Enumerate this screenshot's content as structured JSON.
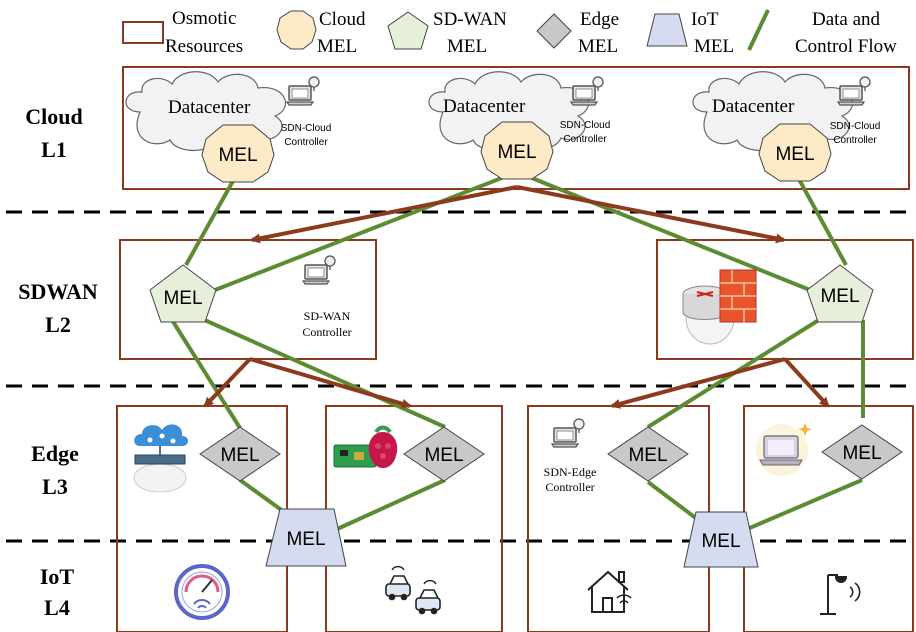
{
  "legend": {
    "osmotic_line1": "Osmotic",
    "osmotic_line2": "Resources",
    "cloud_line1": "Cloud",
    "cloud_line2": "MEL",
    "sdwan_line1": "SD-WAN",
    "sdwan_line2": "MEL",
    "edge_line1": "Edge",
    "edge_line2": "MEL",
    "iot_line1": "IoT",
    "iot_line2": "MEL",
    "flow_line1": "Data and",
    "flow_line2": "Control Flow"
  },
  "layers": {
    "cloud": {
      "name": "Cloud",
      "level": "L1"
    },
    "sdwan": {
      "name": "SDWAN",
      "level": "L2"
    },
    "edge": {
      "name": "Edge",
      "level": "L3"
    },
    "iot": {
      "name": "IoT",
      "level": "L4"
    }
  },
  "cloud": {
    "datacenter": "Datacenter",
    "controller_line1": "SDN-Cloud",
    "controller_line2": "Controller"
  },
  "sdwan": {
    "controller_line1": "SD-WAN",
    "controller_line2": "Controller"
  },
  "edge": {
    "controller_line1": "SDN-Edge",
    "controller_line2": "Controller"
  },
  "mel_label": "MEL",
  "colors": {
    "resource_border": "#8B3A1E",
    "cloud_mel": "#FDEBC8",
    "sdwan_mel": "#E6EFD9",
    "edge_mel": "#C8C8C8",
    "iot_mel": "#D6DCF0",
    "flow": "#5B8C32",
    "arrow": "#8B3A1E"
  },
  "icons": [
    "cloud-icon",
    "laptop-bulb-icon",
    "router-firewall-icon",
    "cloud-server-icon",
    "raspberry-pi-icon",
    "laptop-icon",
    "gauge-wifi-icon",
    "cars-icon",
    "smart-home-icon",
    "street-light-icon"
  ]
}
